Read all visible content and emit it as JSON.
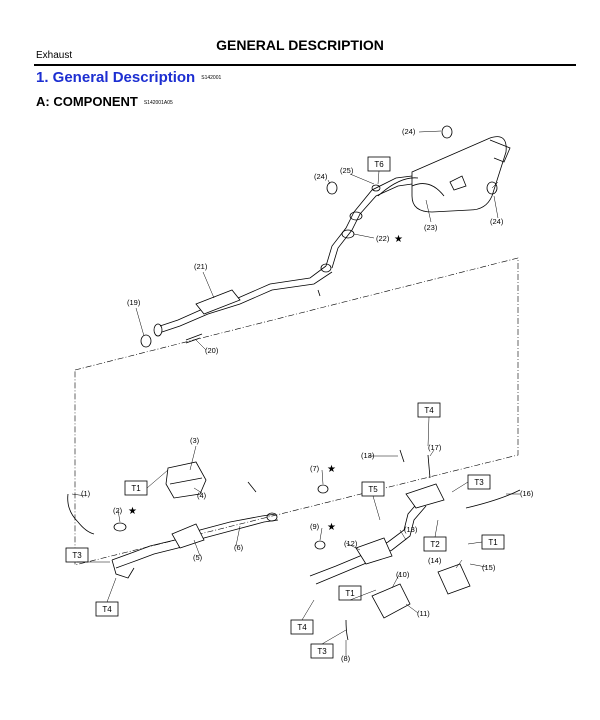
{
  "header": {
    "title": "GENERAL DESCRIPTION",
    "section": "Exhaust"
  },
  "heading1": {
    "text": "1.  General Description",
    "code": "S142001"
  },
  "heading2": {
    "text": "A:  COMPONENT",
    "code": "S142001A05"
  },
  "diagram": {
    "parts": {
      "p1": "(1)",
      "p2": "(2)",
      "p3": "(3)",
      "p4": "(4)",
      "p5": "(5)",
      "p6": "(6)",
      "p7": "(7)",
      "p8": "(8)",
      "p9": "(9)",
      "p10": "(10)",
      "p11": "(11)",
      "p12": "(12)",
      "p13a": "(13)",
      "p13b": "(13)",
      "p14": "(14)",
      "p15": "(15)",
      "p16": "(16)",
      "p17": "(17)",
      "p19": "(19)",
      "p20": "(20)",
      "p21": "(21)",
      "p22": "(22)",
      "p23": "(23)",
      "p24a": "(24)",
      "p24b": "(24)",
      "p24c": "(24)",
      "p25": "(25)"
    },
    "torques": {
      "t6": "T6",
      "t4a": "T4",
      "t3a": "T3",
      "t1a": "T1",
      "t5": "T5",
      "t2": "T2",
      "t1b": "T1",
      "t3b": "T3",
      "t1c": "T1",
      "t4b": "T4",
      "t3c": "T3",
      "t4c": "T4"
    },
    "star": "★"
  }
}
